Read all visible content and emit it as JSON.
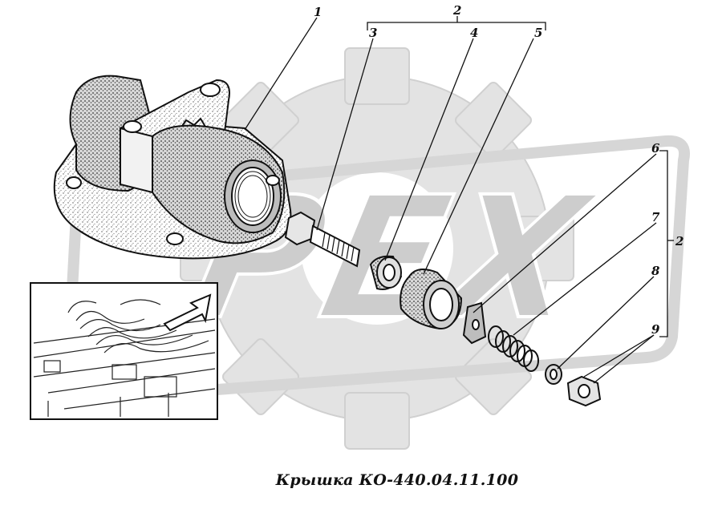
{
  "watermark": {
    "text": "PEX",
    "color": "#cfcfcf",
    "icon": "gear-icon"
  },
  "callouts": {
    "c1": "1",
    "c2_top": "2",
    "c3": "3",
    "c4": "4",
    "c5": "5",
    "c6": "6",
    "c7": "7",
    "c8": "8",
    "c9": "9",
    "c2_right": "2"
  },
  "caption": "Крышка КО-440.04.11.100",
  "colors": {
    "ink": "#111111",
    "shade": "#8a8a8a",
    "paper": "#ffffff"
  }
}
